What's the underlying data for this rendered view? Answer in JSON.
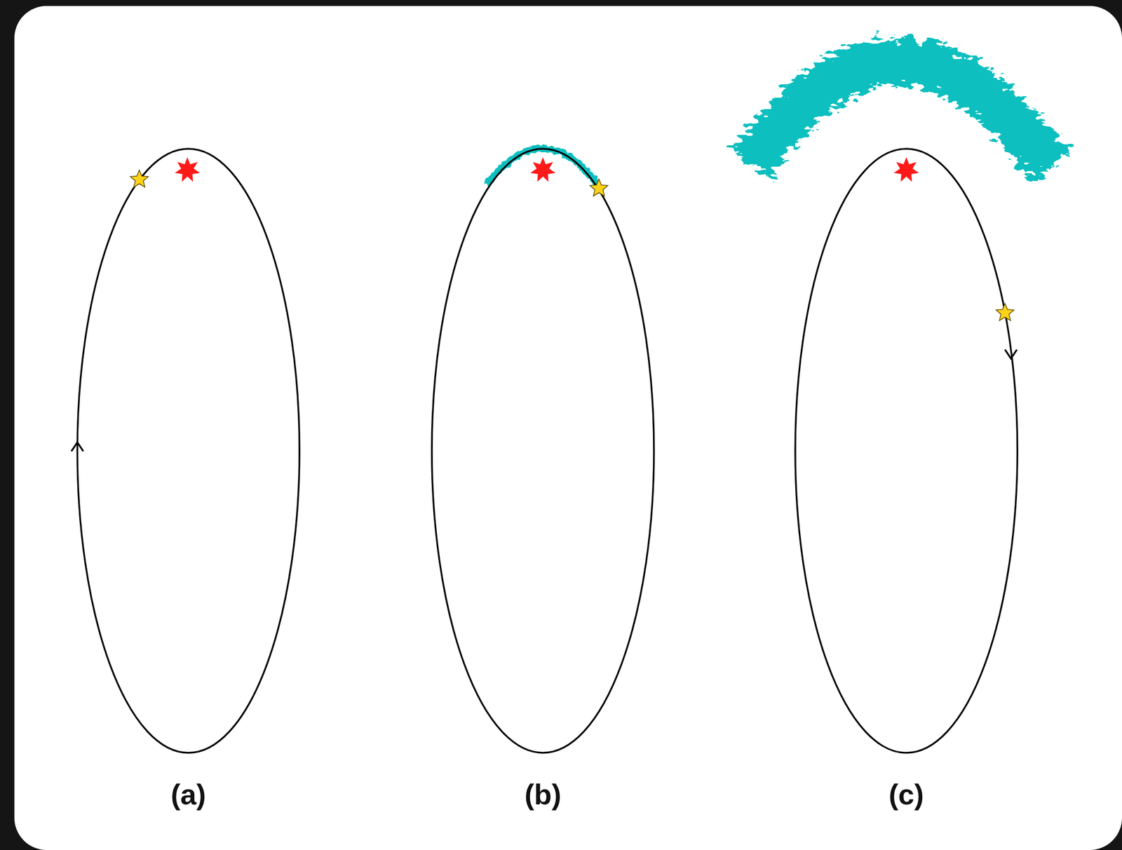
{
  "diagram": {
    "labels": [
      "(a)",
      "(b)",
      "(c)"
    ]
  }
}
